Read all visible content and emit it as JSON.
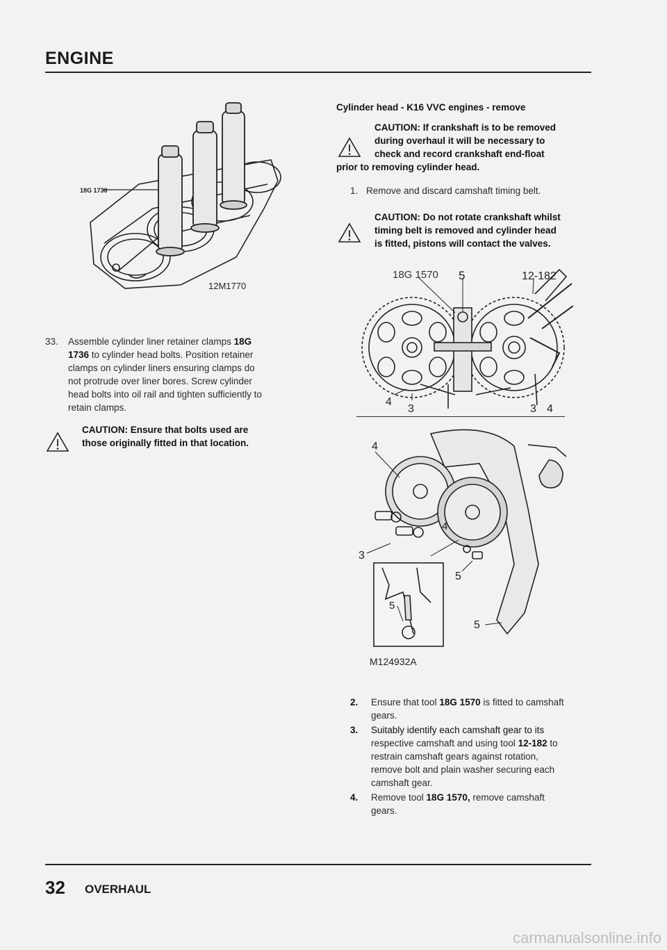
{
  "header": {
    "title": "ENGINE"
  },
  "left": {
    "figure1": {
      "tool_label": "18G 1736",
      "code": "12M1770"
    },
    "step33": {
      "number": "33.",
      "line1_a": "Assemble cylinder liner retainer clamps ",
      "line1_b": "18G",
      "line2_a": "1736",
      "line2_b": " to cylinder head bolts. Position retainer",
      "line3": "clamps on cylinder liners ensuring clamps do",
      "line4": "not protrude over liner bores. Screw cylinder",
      "line5": "head bolts into oil rail and tighten sufficiently to",
      "line6": "retain clamps."
    },
    "caution": {
      "line1": "CAUTION: Ensure that bolts used are",
      "line2": "those originally fitted in that location."
    }
  },
  "right": {
    "heading": "Cylinder head - K16 VVC engines - remove",
    "caution1": {
      "line1": "CAUTION: If crankshaft is to be removed",
      "line2": "during overhaul it will be necessary to",
      "line3": "check and record crankshaft end-float",
      "line4": "prior to removing cylinder head."
    },
    "step1": {
      "number": "1.",
      "text": "Remove and discard camshaft timing belt."
    },
    "caution2": {
      "line1": "CAUTION: Do not rotate crankshaft whilst",
      "line2": "timing belt is removed and cylinder head",
      "line3": "is fitted, pistons will contact the valves."
    },
    "figure2": {
      "labels": {
        "tool_a": "18G 1570",
        "n5": "5",
        "tool_b": "12-182",
        "n4_left": "4",
        "n3_left": "3",
        "n3_right": "3",
        "n4_right": "4"
      }
    },
    "figure3": {
      "code": "M124932A",
      "labels": {
        "n4_top": "4",
        "n3": "3",
        "n4_mid": "4",
        "n5_mid": "5",
        "n5_inset": "5",
        "n5_bottom": "5"
      }
    },
    "steps": [
      {
        "number": "2.",
        "text_a": "Ensure that tool ",
        "bold": "18G 1570",
        "text_b": " is fitted to camshaft",
        "cont": "gears."
      },
      {
        "number": "3.",
        "l1": "Suitably identify each camshaft gear to its",
        "l2_a": "respective camshaft and using tool ",
        "l2_bold": "12-182",
        "l2_b": " to",
        "l3": "restrain camshaft gears against rotation,",
        "l4": "remove bolt and plain washer securing each",
        "l5": "camshaft gear."
      },
      {
        "number": "4.",
        "text_a": "Remove tool ",
        "bold": "18G 1570,",
        "text_b": " remove camshaft",
        "cont": "gears."
      }
    ]
  },
  "footer": {
    "page_number": "32",
    "section": "OVERHAUL"
  },
  "watermark": "carmanualsonline.info",
  "colors": {
    "ink": "#1a1a1a",
    "paper": "#f2f2f0",
    "watermark": "#bdbdbd"
  }
}
